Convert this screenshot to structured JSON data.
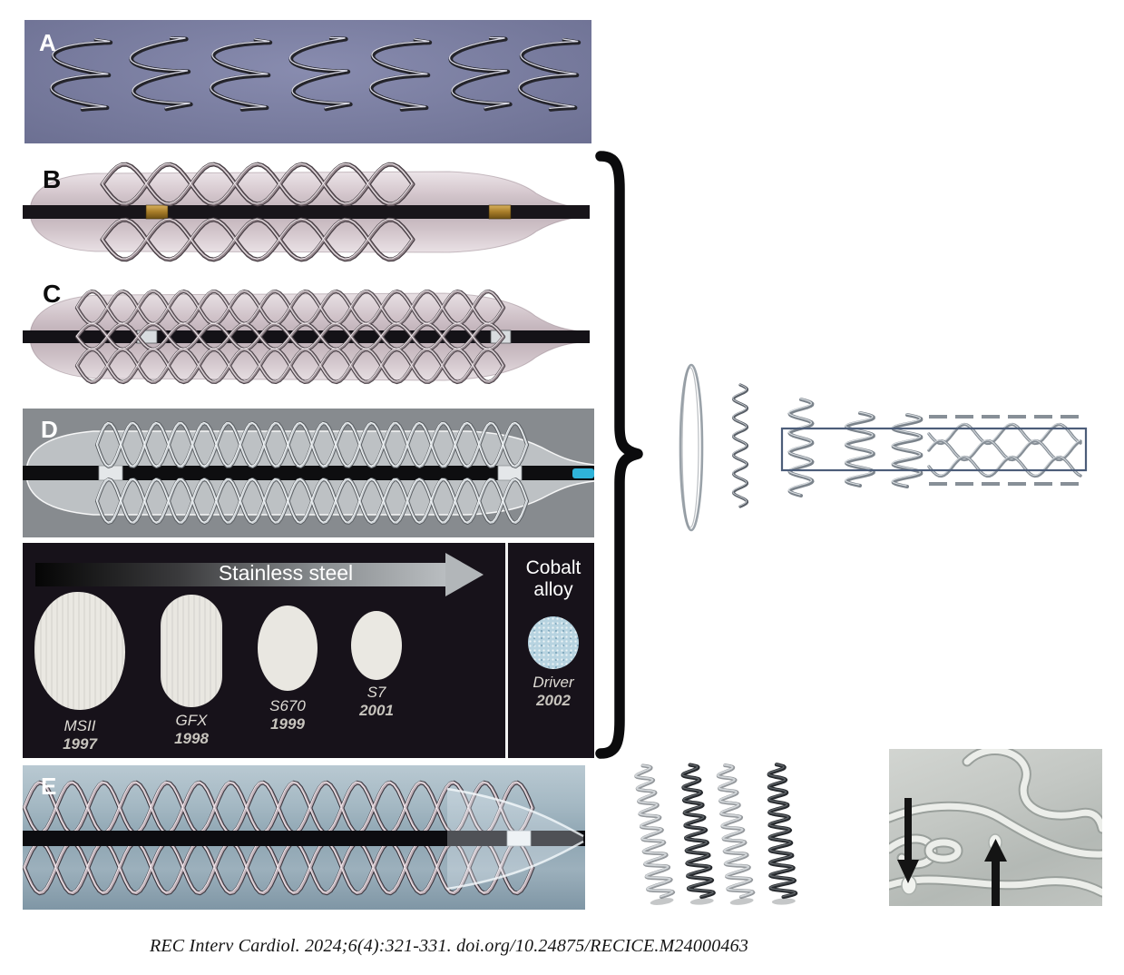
{
  "figure": {
    "panels": [
      {
        "label": "A"
      },
      {
        "label": "B"
      },
      {
        "label": "C"
      },
      {
        "label": "D"
      },
      {
        "label": "E"
      }
    ],
    "materials_panel": {
      "arrow_label": "Stainless steel",
      "stents": [
        {
          "name": "MSII",
          "year": "1997"
        },
        {
          "name": "GFX",
          "year": "1998"
        },
        {
          "name": "S670",
          "year": "1999"
        },
        {
          "name": "S7",
          "year": "2001"
        }
      ],
      "cobalt_lines": [
        "Cobalt",
        "alloy"
      ],
      "cobalt_stent": {
        "name": "Driver",
        "year": "2002"
      }
    },
    "caption": "REC Interv Cardiol. 2024;6(4):321-331. doi.org/10.24875/RECICE.M24000463",
    "colors": {
      "panel_a_background": "#7b7fa6",
      "panel_d_background": "#878b8f",
      "panel_e_background": "#9fb3bf",
      "materials_background": "#17121a",
      "stainless_circle": "#eae8e2",
      "driver_circle": "#b7d3e0",
      "highlight_box": "#4c5d79",
      "balloon_tip_blue": "#2fb3d9"
    }
  }
}
